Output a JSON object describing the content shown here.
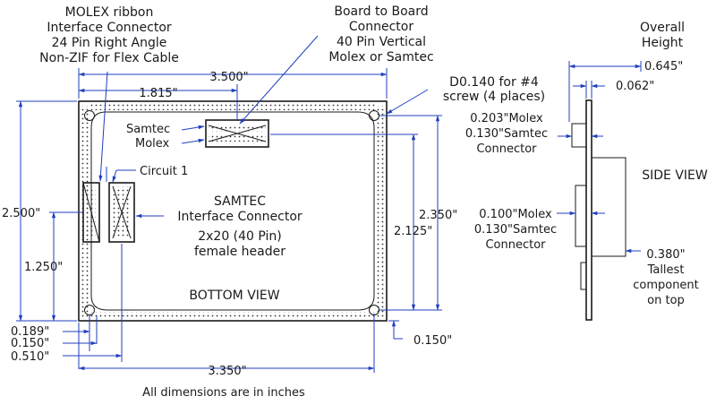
{
  "notes": {
    "molex_ribbon": [
      "MOLEX ribbon",
      "Interface Connector",
      "24 Pin Right Angle",
      "Non-ZIF for Flex Cable"
    ],
    "board_to_board": [
      "Board to Board",
      "Connector",
      "40 Pin Vertical",
      "Molex or Samtec"
    ],
    "overall_height": [
      "Overall",
      "Height"
    ],
    "screw": [
      "D0.140 for #4",
      "screw (4 places)"
    ],
    "samtec": "Samtec",
    "molex": "Molex",
    "circuit1": "Circuit 1",
    "samtec_interface": [
      "SAMTEC",
      "Interface Connector",
      "2x20 (40 Pin)",
      "female header"
    ],
    "bottom_view": "BOTTOM VIEW",
    "side_view": "SIDE VIEW",
    "side_top": [
      "0.203\"Molex",
      "0.130\"Samtec",
      "Connector"
    ],
    "side_mid": [
      "0.100\"Molex",
      "0.130\"Samtec",
      "Connector"
    ],
    "tallest": [
      "0.380\"",
      "Tallest",
      "component",
      "on top"
    ],
    "footer": "All dimensions are in inches"
  },
  "dimensions": {
    "width_overall": "3.500\"",
    "width_1815": "1.815\"",
    "height_overall": "2.500\"",
    "height_1250": "1.250\"",
    "height_2350": "2.350\"",
    "height_2125": "2.125\"",
    "d_0189": "0.189\"",
    "d_0150_left": "0.150\"",
    "d_0510": "0.510\"",
    "width_3350": "3.350\"",
    "d_0150_right": "0.150\"",
    "overall_height_val": "0.645\"",
    "pcb_thickness": "0.062\""
  }
}
